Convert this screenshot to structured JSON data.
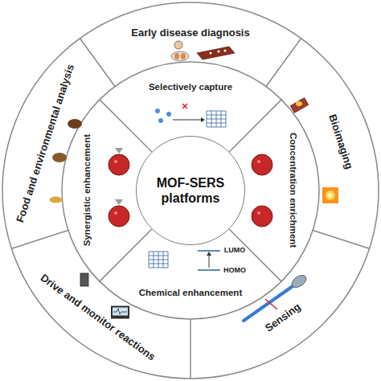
{
  "diagram": {
    "nodes": [
      {
        "text": [
          "Early disease diagnosis"
        ]
      },
      {
        "text": [
          "Bioimaging"
        ]
      },
      {
        "text": [
          "Sensing"
        ]
      },
      {
        "text": [
          "Drive and monitor reactions"
        ]
      },
      {
        "text": [
          "Food and environmental analysis"
        ]
      },
      {
        "text": [
          "Selectively capture"
        ]
      },
      {
        "text": [
          "Concentration enrichment"
        ]
      },
      {
        "text": [
          "Chemical enhancement"
        ]
      },
      {
        "text": [
          "Synergistic enhancement"
        ]
      },
      {
        "text": [
          "MOF-SERS platforms"
        ]
      }
    ],
    "labels": [
      "LUMO",
      "HOMO"
    ]
  }
}
